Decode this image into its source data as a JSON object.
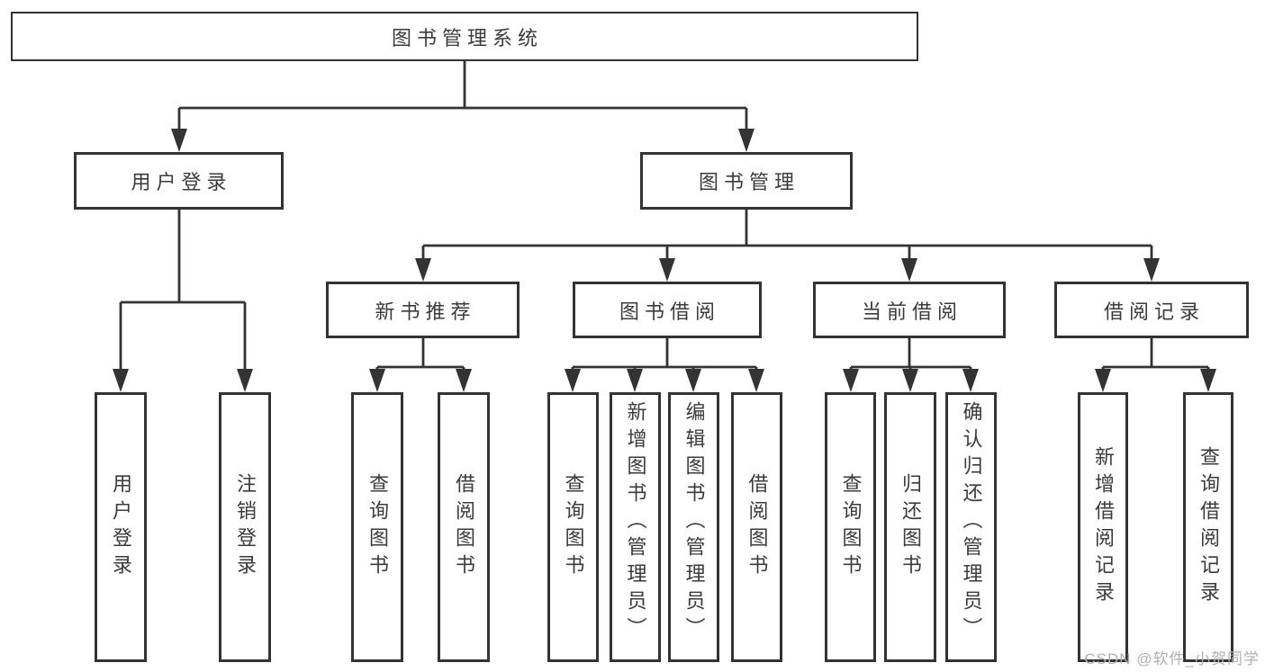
{
  "colors": {
    "background": "#ffffff",
    "box-bg": "#ffffff",
    "line": "#333333",
    "text": "#3b3b3b",
    "watermark": "#b0b0b0"
  },
  "tree": {
    "root": {
      "label": "图书管理系统"
    },
    "branches": [
      {
        "label": "用户登录",
        "children": [
          {
            "label": "用户登录"
          },
          {
            "label": "注销登录"
          }
        ]
      },
      {
        "label": "图书管理",
        "children": [
          {
            "label": "新书推荐",
            "children": [
              {
                "label": "查询图书"
              },
              {
                "label": "借阅图书"
              }
            ]
          },
          {
            "label": "图书借阅",
            "children": [
              {
                "label": "查询图书"
              },
              {
                "label": "新增图书（管理员）"
              },
              {
                "label": "编辑图书（管理员）"
              },
              {
                "label": "借阅图书"
              }
            ]
          },
          {
            "label": "当前借阅",
            "children": [
              {
                "label": "查询图书"
              },
              {
                "label": "归还图书"
              },
              {
                "label": "确认归还（管理员）"
              }
            ]
          },
          {
            "label": "借阅记录",
            "children": [
              {
                "label": "新增借阅记录"
              },
              {
                "label": "查询借阅记录"
              }
            ]
          }
        ]
      }
    ]
  },
  "watermark": {
    "text": "CSDN @软件_小贺同学"
  }
}
